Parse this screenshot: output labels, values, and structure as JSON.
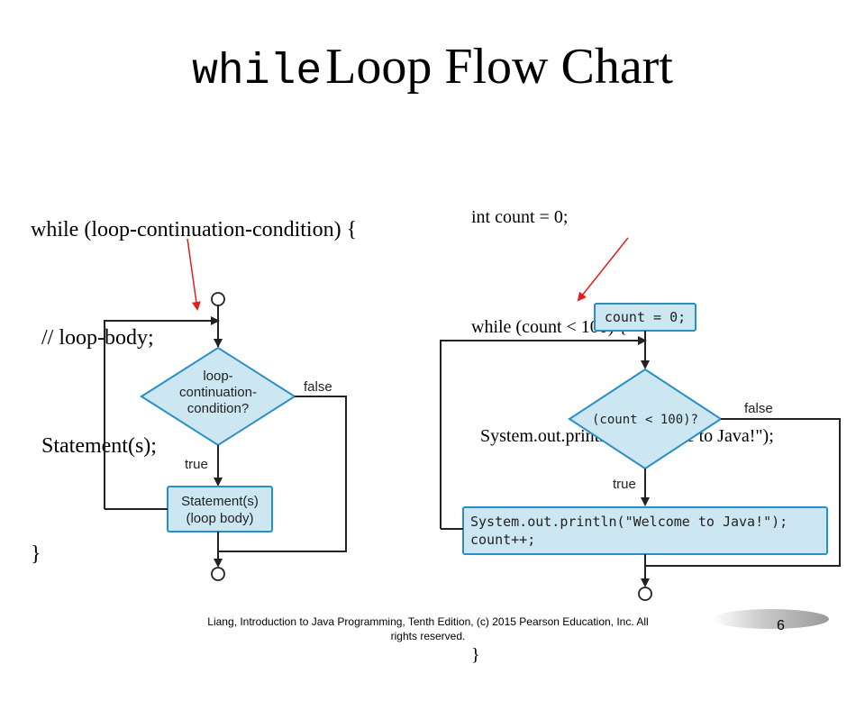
{
  "title": {
    "keyword": "while",
    "rest": "Loop Flow Chart"
  },
  "left_code": [
    "while (loop-continuation-condition) {",
    "  // loop-body;",
    "  Statement(s);",
    "}"
  ],
  "right_code": [
    "int count = 0;",
    "while (count < 100) {",
    "  System.out.println(\"Welcome to Java!\");",
    "  count++;",
    "}"
  ],
  "left_flow": {
    "condition_lines": [
      "loop-",
      "continuation-",
      "condition?"
    ],
    "false_label": "false",
    "true_label": "true",
    "statement_lines": [
      "Statement(s)",
      "(loop body)"
    ]
  },
  "right_flow": {
    "init": "count = 0;",
    "condition": "(count < 100)?",
    "false_label": "false",
    "true_label": "true",
    "body_lines": [
      "System.out.println(\"Welcome to Java!\");",
      "count++;"
    ]
  },
  "footer": {
    "line1": "Liang, Introduction to Java Programming, Tenth Edition, (c) 2015 Pearson Education, Inc. All",
    "line2": "rights reserved."
  },
  "page_number": "6",
  "colors": {
    "box_fill": "#cce6f2",
    "box_border": "#2a8fc4",
    "arrow_annotation": "#e02020",
    "line": "#222222"
  }
}
